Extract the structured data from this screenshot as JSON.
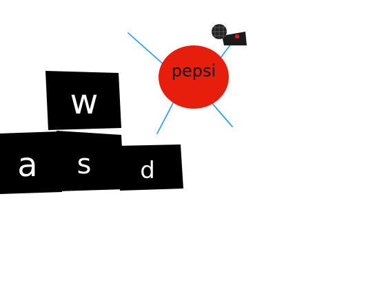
{
  "scene": {
    "background": "#ffffff",
    "character": {
      "label": "pepsi",
      "body_color": "#e81e0c",
      "limb_color": "#2ea3e6",
      "accessory": {
        "icon": "microphone-icon",
        "head_color": "#222222",
        "handle_color": "#1b1b1b",
        "light_color": "#e8141c"
      }
    },
    "controls": {
      "key_color": "#000000",
      "label_color": "#ffffff",
      "keys": [
        {
          "name": "key-w",
          "label": "w"
        },
        {
          "name": "key-a",
          "label": "a"
        },
        {
          "name": "key-s",
          "label": "s"
        },
        {
          "name": "key-d",
          "label": "d"
        }
      ]
    }
  }
}
